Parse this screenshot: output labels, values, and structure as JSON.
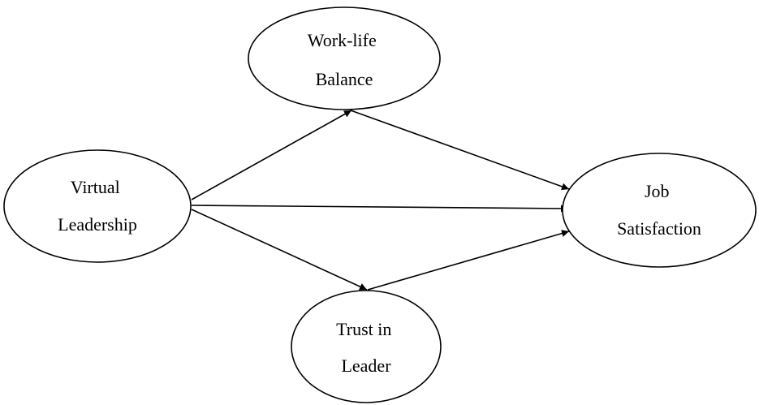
{
  "diagram": {
    "nodes": [
      {
        "id": "virtual-leadership",
        "lines": [
          "Virtual",
          "Leadership"
        ]
      },
      {
        "id": "work-life-balance",
        "lines": [
          "Work-life",
          "Balance"
        ]
      },
      {
        "id": "trust-in-leader",
        "lines": [
          "Trust in",
          "Leader"
        ]
      },
      {
        "id": "job-satisfaction",
        "lines": [
          "Job",
          "Satisfaction"
        ]
      }
    ],
    "edges": [
      {
        "from": "virtual-leadership",
        "to": "work-life-balance"
      },
      {
        "from": "virtual-leadership",
        "to": "job-satisfaction"
      },
      {
        "from": "virtual-leadership",
        "to": "trust-in-leader"
      },
      {
        "from": "work-life-balance",
        "to": "job-satisfaction"
      },
      {
        "from": "trust-in-leader",
        "to": "job-satisfaction"
      }
    ],
    "colors": {
      "stroke": "#000000",
      "fill": "#ffffff",
      "background": "#ffffff"
    }
  }
}
